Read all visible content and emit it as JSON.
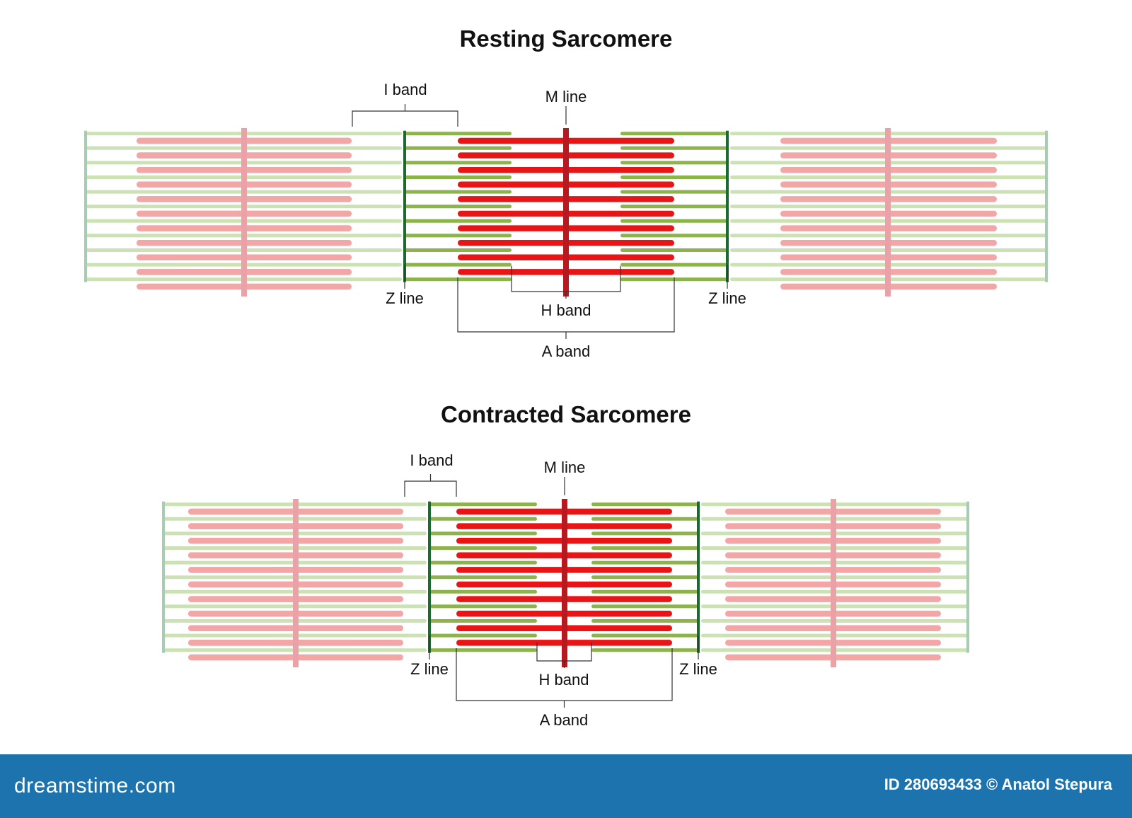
{
  "colors": {
    "myosin": "#e81416",
    "myosin_faded": "#f2a6a6",
    "actin": "#8cb44b",
    "actin_faded": "#cde2b4",
    "z_line": "#1a6b2e",
    "z_line_faded": "#a6ccb4",
    "m_line": "#b41a1f",
    "m_line_faded": "#e9a3a8",
    "bracket": "#333333",
    "footer": "#1c73ad"
  },
  "resting": {
    "title": "Resting Sarcomere",
    "labels": {
      "i_band": "I band",
      "m_line": "M line",
      "z_line_left": "Z line",
      "z_line_right": "Z line",
      "h_band": "H band",
      "a_band": "A band"
    }
  },
  "contracted": {
    "title": "Contracted Sarcomere",
    "labels": {
      "i_band": "I band",
      "m_line": "M line",
      "z_line_left": "Z line",
      "z_line_right": "Z line",
      "h_band": "H band",
      "a_band": "A band"
    }
  },
  "footer": {
    "logo": "dreamstime.com",
    "credit": "ID 280693433 © Anatol Stepura"
  }
}
